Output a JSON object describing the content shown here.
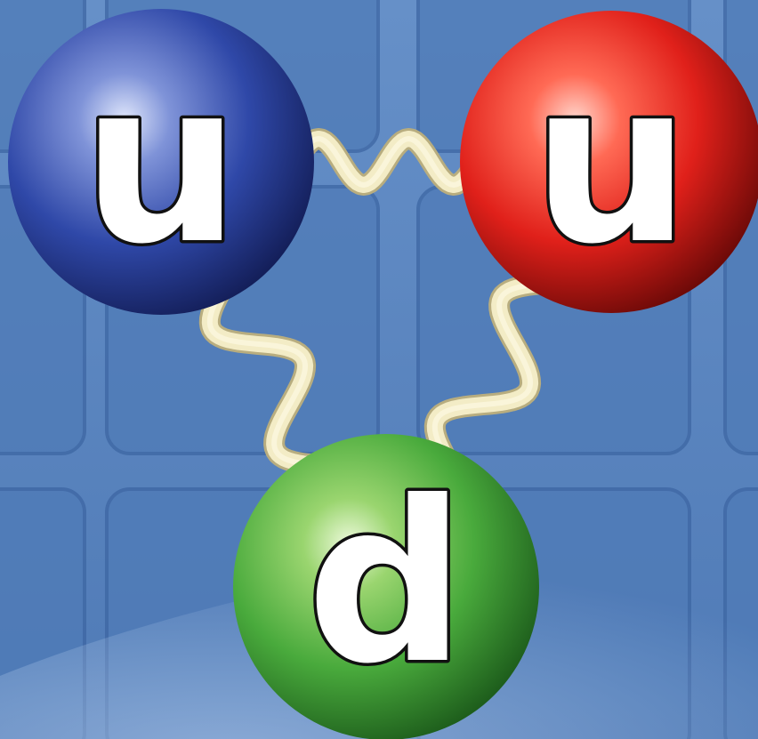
{
  "quarks": [
    {
      "id": "up-1",
      "label": "u",
      "color": "blue",
      "highlight": "#c9d3f2",
      "base": "#2f48a8",
      "shadow": "#141f5a"
    },
    {
      "id": "up-2",
      "label": "u",
      "color": "red",
      "highlight": "#ffb3a3",
      "base": "#e0201a",
      "shadow": "#6e0a08"
    },
    {
      "id": "down",
      "label": "d",
      "color": "green",
      "highlight": "#d6f0b4",
      "base": "#49aa3c",
      "shadow": "#1e5e1c"
    }
  ],
  "gluons": [
    {
      "from": "up-1",
      "to": "up-2"
    },
    {
      "from": "up-1",
      "to": "down"
    },
    {
      "from": "up-2",
      "to": "down"
    }
  ],
  "background": {
    "color": "#5a86c0",
    "tile_color": "#4f7bb7",
    "tile_edge": "#3d66a3"
  },
  "gluon_color": "#f3ecc6"
}
